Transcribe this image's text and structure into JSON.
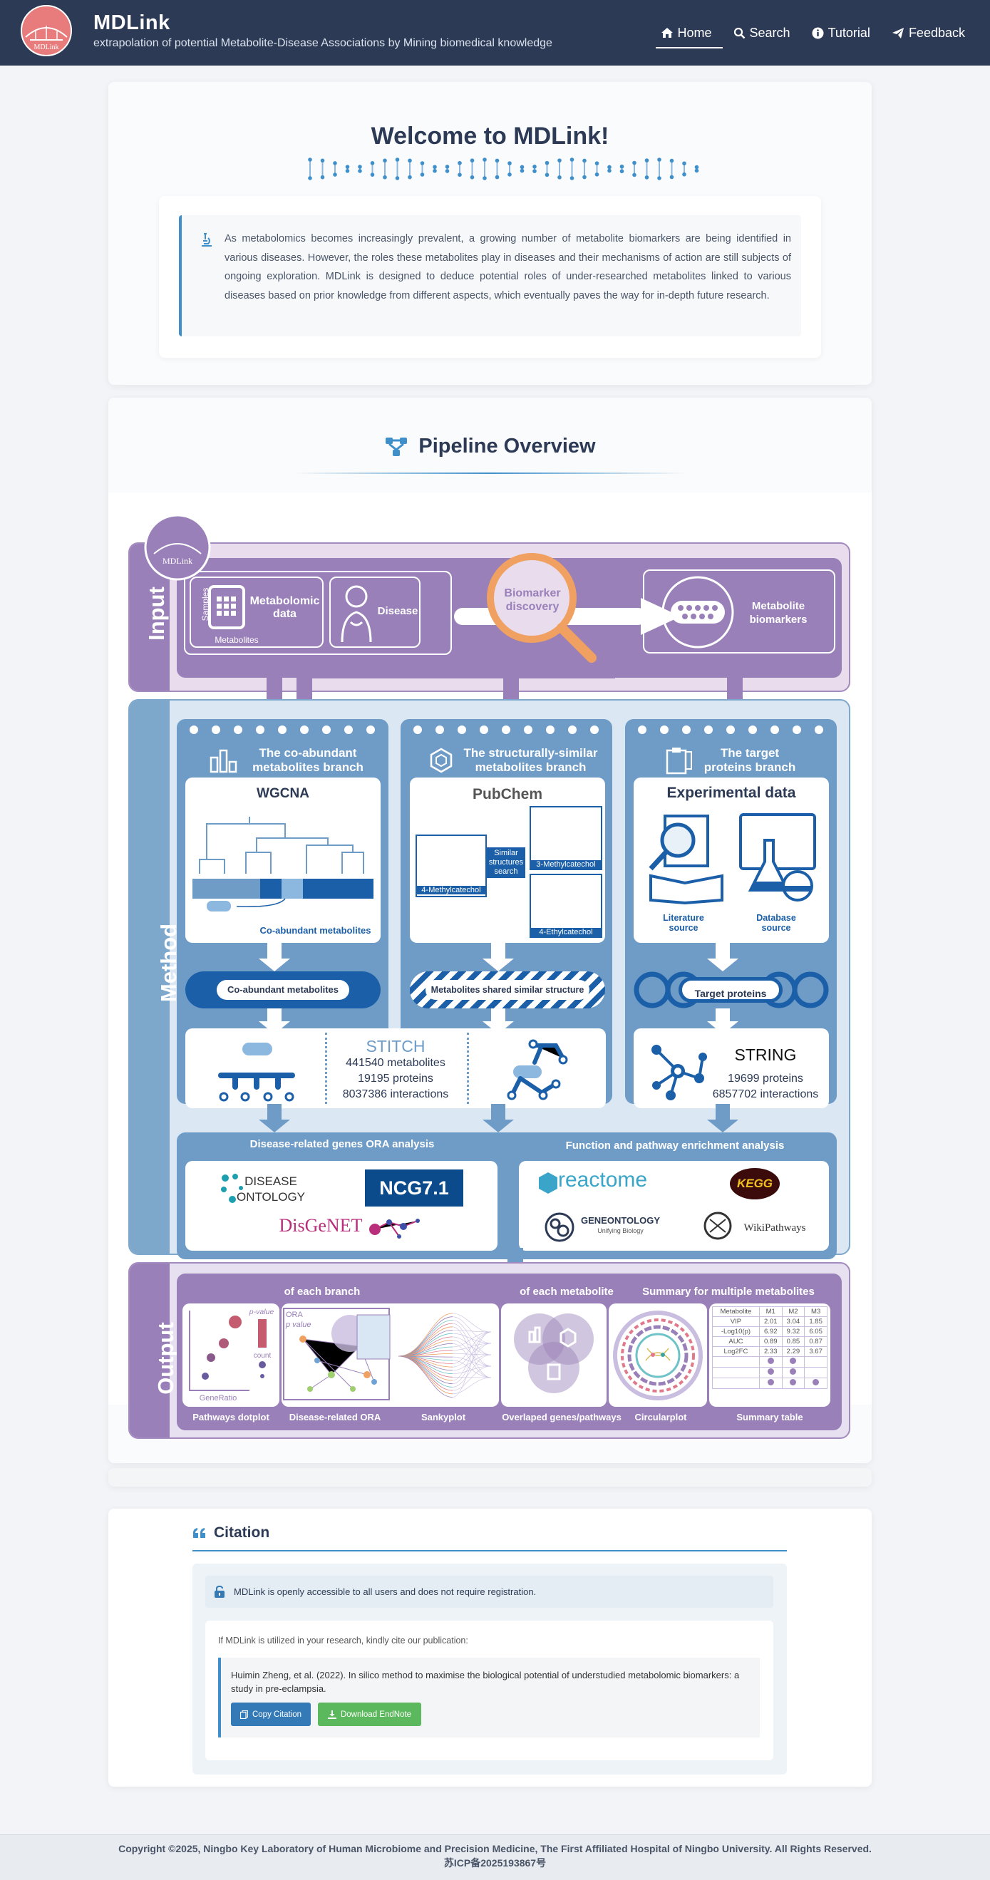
{
  "header": {
    "logo_text": "MDLink",
    "title": "MDLink",
    "subtitle": "extrapolation of potential Metabolite-Disease Associations by Mining biomedical knowledge",
    "nav": [
      {
        "label": "Home",
        "icon": "home-icon"
      },
      {
        "label": "Search",
        "icon": "search-icon"
      },
      {
        "label": "Tutorial",
        "icon": "info-icon"
      },
      {
        "label": "Feedback",
        "icon": "paper-plane-icon"
      }
    ]
  },
  "welcome": {
    "title": "Welcome to MDLink!",
    "intro": "As metabolomics becomes increasingly prevalent, a growing number of metabolite biomarkers are being identified in various diseases. However, the roles these metabolites play in diseases and their mechanisms of action are still subjects of ongoing exploration. MDLink is designed to deduce potential roles of under-researched metabolites linked to various diseases based on prior knowledge from different aspects, which eventually paves the way for in-depth future research."
  },
  "pipeline": {
    "title": "Pipeline Overview",
    "figure": {
      "logo": "MDLink",
      "labels": {
        "input": "Input",
        "method": "Method",
        "output": "Output"
      },
      "input": {
        "samples": "Samples",
        "metabolites": "Metabolites",
        "metabolomic_data": "Metabolomic data",
        "disease": "Disease",
        "biomarker": "Biomarker discovery",
        "metabolite_biomarkers": "Metabolite biomarkers"
      },
      "branches": [
        {
          "title": "The co-abundant metabolites branch",
          "tool": "WGCNA",
          "tool_caption": "Co-abundant metabolites",
          "result": "Co-abundant metabolites"
        },
        {
          "title": "The structurally-similar metabolites branch",
          "tool": "PubChem",
          "query": "4-Methylcatechol",
          "search": "Similar structures search",
          "hit1": "3-Methylcatechol",
          "hit2": "4-Ethylcatechol",
          "result": "Metabolites shared similar structure"
        },
        {
          "title": "The target proteins branch",
          "tool": "Experimental data",
          "src1": "Literature source",
          "src2": "Database source",
          "result": "Target proteins"
        }
      ],
      "stitch": {
        "name": "STITCH",
        "line1": "441540 metabolites",
        "line2": "19195 proteins",
        "line3": "8037386 interactions"
      },
      "string": {
        "name": "STRING",
        "line1": "19699 proteins",
        "line2": "6857702 interactions"
      },
      "ora": {
        "title": "Disease-related genes ORA analysis",
        "db1": "DISEASE ONTOLOGY",
        "db2": "NCG7.1",
        "db3": "DisGeNET"
      },
      "enrich": {
        "title": "Function and pathway enrichment analysis",
        "db1": "reactome",
        "db2": "KEGG",
        "db3": "GENEONTOLOGY",
        "db3_sub": "Unifying Biology",
        "db4": "WikiPathways"
      },
      "output": {
        "each_branch": "of each branch",
        "each_metabolite": "of each metabolite",
        "summary": "Summary for multiple metabolites",
        "items": [
          "Pathways dotplot",
          "Disease-related ORA",
          "Sankyplot",
          "Overlaped genes/pathways",
          "Circularplot",
          "Summary table"
        ],
        "dot_pvalue": "p-value",
        "dot_count": "count",
        "dot_generatio": "GeneRatio",
        "ora_label": "ORA",
        "ora_pvalue": "p value",
        "table": {
          "headers": [
            "Metabolite",
            "M1",
            "M2",
            "M3"
          ],
          "rows": [
            [
              "VIP",
              "2.01",
              "3.04",
              "1.85"
            ],
            [
              "-Log10(p)",
              "6.92",
              "9.32",
              "6.05"
            ],
            [
              "AUC",
              "0.89",
              "0.85",
              "0.87"
            ],
            [
              "Log2FC",
              "2.33",
              "2.29",
              "3.67"
            ]
          ]
        }
      }
    }
  },
  "citation": {
    "title": "Citation",
    "access": "MDLink is openly accessible to all users and does not require registration.",
    "intro": "If MDLink is utilized in your research, kindly cite our publication:",
    "text": "Huimin Zheng, et al. (2022). In silico method to maximise the biological potential of understudied metabolomic biomarkers: a study in pre-eclampsia.",
    "copy_label": "Copy Citation",
    "endnote_label": "Download EndNote"
  },
  "footer": {
    "line1": "Copyright ©2025, Ningbo Key Laboratory of Human Microbiome and Precision Medicine, The First Affiliated Hospital of Ningbo University. All Rights Reserved.",
    "line2": "苏ICP备2025193867号"
  },
  "colors": {
    "navy": "#2c3a55",
    "accent": "#3f8fca",
    "purple": "#9a80b9",
    "blue": "#6f9cc7",
    "green": "#5cb85c",
    "orange": "#f0a060"
  }
}
